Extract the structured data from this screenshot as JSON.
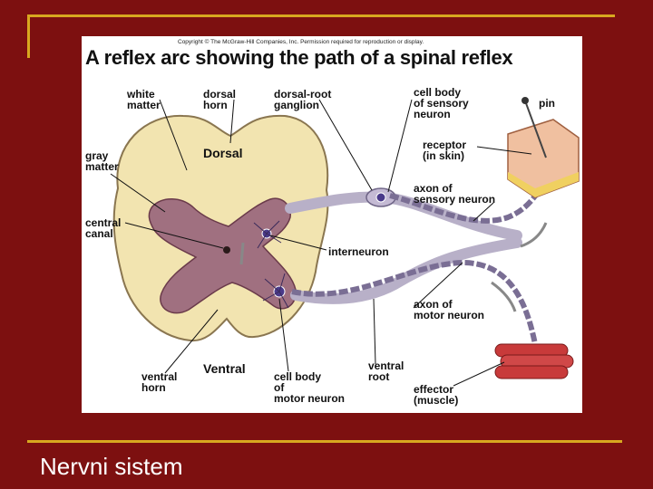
{
  "figure": {
    "copyright": "Copyright © The McGraw-Hill Companies, Inc. Permission required for reproduction or display.",
    "title": "A reflex arc showing the path of a spinal reflex",
    "labels": {
      "white_matter": "white\nmatter",
      "dorsal_horn": "dorsal\nhorn",
      "dorsal_root_ganglion": "dorsal-root\nganglion",
      "cell_body_sensory": "cell body\nof sensory\nneuron",
      "pin": "pin",
      "gray_matter": "gray\nmatter",
      "dorsal": "Dorsal",
      "receptor": "receptor\n(in skin)",
      "axon_sensory": "axon of\nsensory neuron",
      "central_canal": "central\ncanal",
      "interneuron": "interneuron",
      "axon_motor": "axon of\nmotor neuron",
      "ventral": "Ventral",
      "ventral_horn": "ventral\nhorn",
      "cell_body_motor": "cell body\nof\nmotor neuron",
      "ventral_root": "ventral\nroot",
      "effector": "effector\n(muscle)"
    }
  },
  "slide": {
    "title": "Nervni sistem"
  },
  "colors": {
    "background": "#7d1010",
    "rule": "#d8a820",
    "white_matter": "#f2e4b0",
    "gray_matter": "#a07080",
    "nerve": "#b8b0c8",
    "muscle": "#c83a3a"
  }
}
